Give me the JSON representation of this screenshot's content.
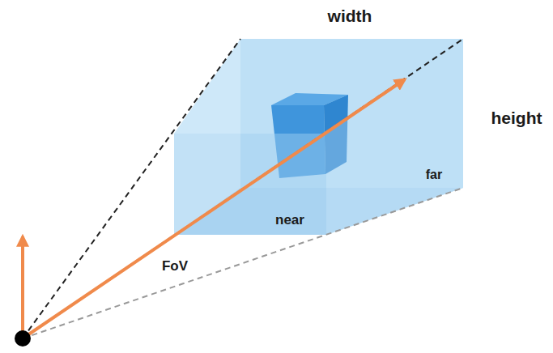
{
  "diagram": {
    "labels": [
      "width",
      "height",
      "far",
      "near",
      "FoV"
    ]
  }
}
